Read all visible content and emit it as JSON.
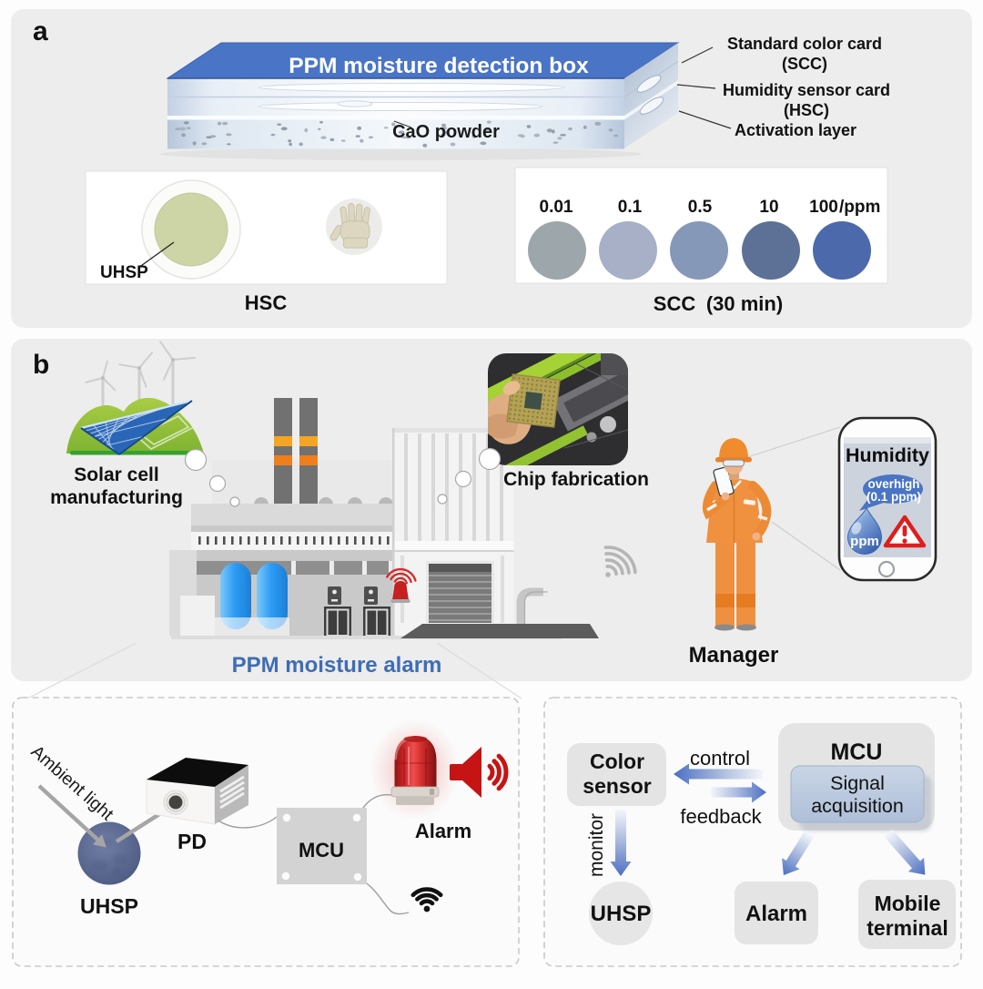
{
  "figure": {
    "panel_a": {
      "letter": "a",
      "box_title": "PPM moisture detection box",
      "labels": {
        "scc_line1": "Standard color card",
        "scc_line2": "(SCC)",
        "hsc_line1": "Humidity sensor card",
        "hsc_line2": "(HSC)",
        "activation": "Activation layer",
        "cao": "CaO powder"
      },
      "hsc_card": {
        "uhsp": "UHSP",
        "caption": "HSC"
      },
      "scc_card": {
        "ppm_labels": [
          "0.01",
          "0.1",
          "0.5",
          "10",
          "100"
        ],
        "ppm_unit": "/ppm",
        "caption_1": "SCC",
        "caption_2": "(30 min)",
        "circle_colors": [
          "#9ca6ab",
          "#a7b0c7",
          "#8698b8",
          "#5d7196",
          "#4c69ac"
        ]
      }
    },
    "panel_b": {
      "letter": "b",
      "solar_line1": "Solar cell",
      "solar_line2": "manufacturing",
      "chip_label": "Chip fabrication",
      "factory_label": "PPM moisture alarm",
      "manager_label": "Manager",
      "phone": {
        "title": "Humidity",
        "bubble_line1": "overhigh",
        "bubble_line2": "(0.1 ppm)",
        "drop_label": "ppm"
      }
    },
    "alarm_module": {
      "ambient_light": "Ambient light",
      "uhsp": "UHSP",
      "pd": "PD",
      "mcu": "MCU",
      "alarm": "Alarm"
    },
    "flowchart": {
      "color_line1": "Color",
      "color_line2": "sensor",
      "control": "control",
      "feedback": "feedback",
      "monitor": "monitor",
      "mcu": "MCU",
      "signal_line1": "Signal",
      "signal_line2": "acquisition",
      "uhsp": "UHSP",
      "alarm": "Alarm",
      "mobile_line1": "Mobile",
      "mobile_line2": "terminal"
    },
    "colors": {
      "panel_gray": "#ededed",
      "box_top_blue": "#4a74c6",
      "factory_label_blue": "#3e6db5",
      "alarm_red": "#c81414",
      "arrow_blue": "#4b6fc2",
      "tank_blue": "#2e9df5",
      "suit_orange": "#f09140",
      "solar_green": "#8ab832",
      "bubble_blue": "#4a74c4",
      "uhsp_disc_navy": "#56648e",
      "hsc_disc_green": "#cdd4a5"
    }
  }
}
